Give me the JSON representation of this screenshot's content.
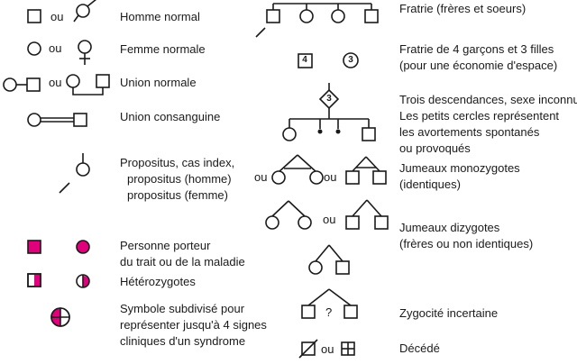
{
  "conn": {
    "or": "ou",
    "question": "?",
    "count_boys": "4",
    "count_girls": "3",
    "count_unknown": "3"
  },
  "legend_left": {
    "normal_man": "Homme normal",
    "normal_woman": "Femme normale",
    "normal_union": "Union normale",
    "consanguineous_union": "Union consanguine",
    "propositus_1": "Propositus, cas index,",
    "propositus_2": "propositus (homme)",
    "propositus_3": "propositus (femme)",
    "carrier_1": "Personne porteur",
    "carrier_2": "du trait ou de la maladie",
    "heterozygotes": "Hétérozygotes",
    "subdivided_1": "Symbole subdivisé pour",
    "subdivided_2": "représenter jusqu'à 4 signes",
    "subdivided_3": "cliniques d'un syndrome"
  },
  "legend_right": {
    "sibship": "Fratrie (frères et soeurs)",
    "sibship_count_1": "Fratrie de 4 garçons et 3 filles",
    "sibship_count_2": "(pour une économie d'espace)",
    "descendants_1": "Trois descendances, sexe inconnu",
    "abortions_1": "Les petits cercles représentent",
    "abortions_2": "les avortements spontanés",
    "abortions_3": "ou provoqués",
    "mz_twins_1": "Jumeaux monozygotes",
    "mz_twins_2": "(identiques)",
    "dz_twins_1": "Jumeaux dizygotes",
    "dz_twins_2": "(frères ou non identiques)",
    "uncertain_zygosity": "Zygocité incertaine",
    "deceased": "Décédé"
  },
  "colors": {
    "stroke": "#1a1a1a",
    "trait": "#e0007c"
  }
}
